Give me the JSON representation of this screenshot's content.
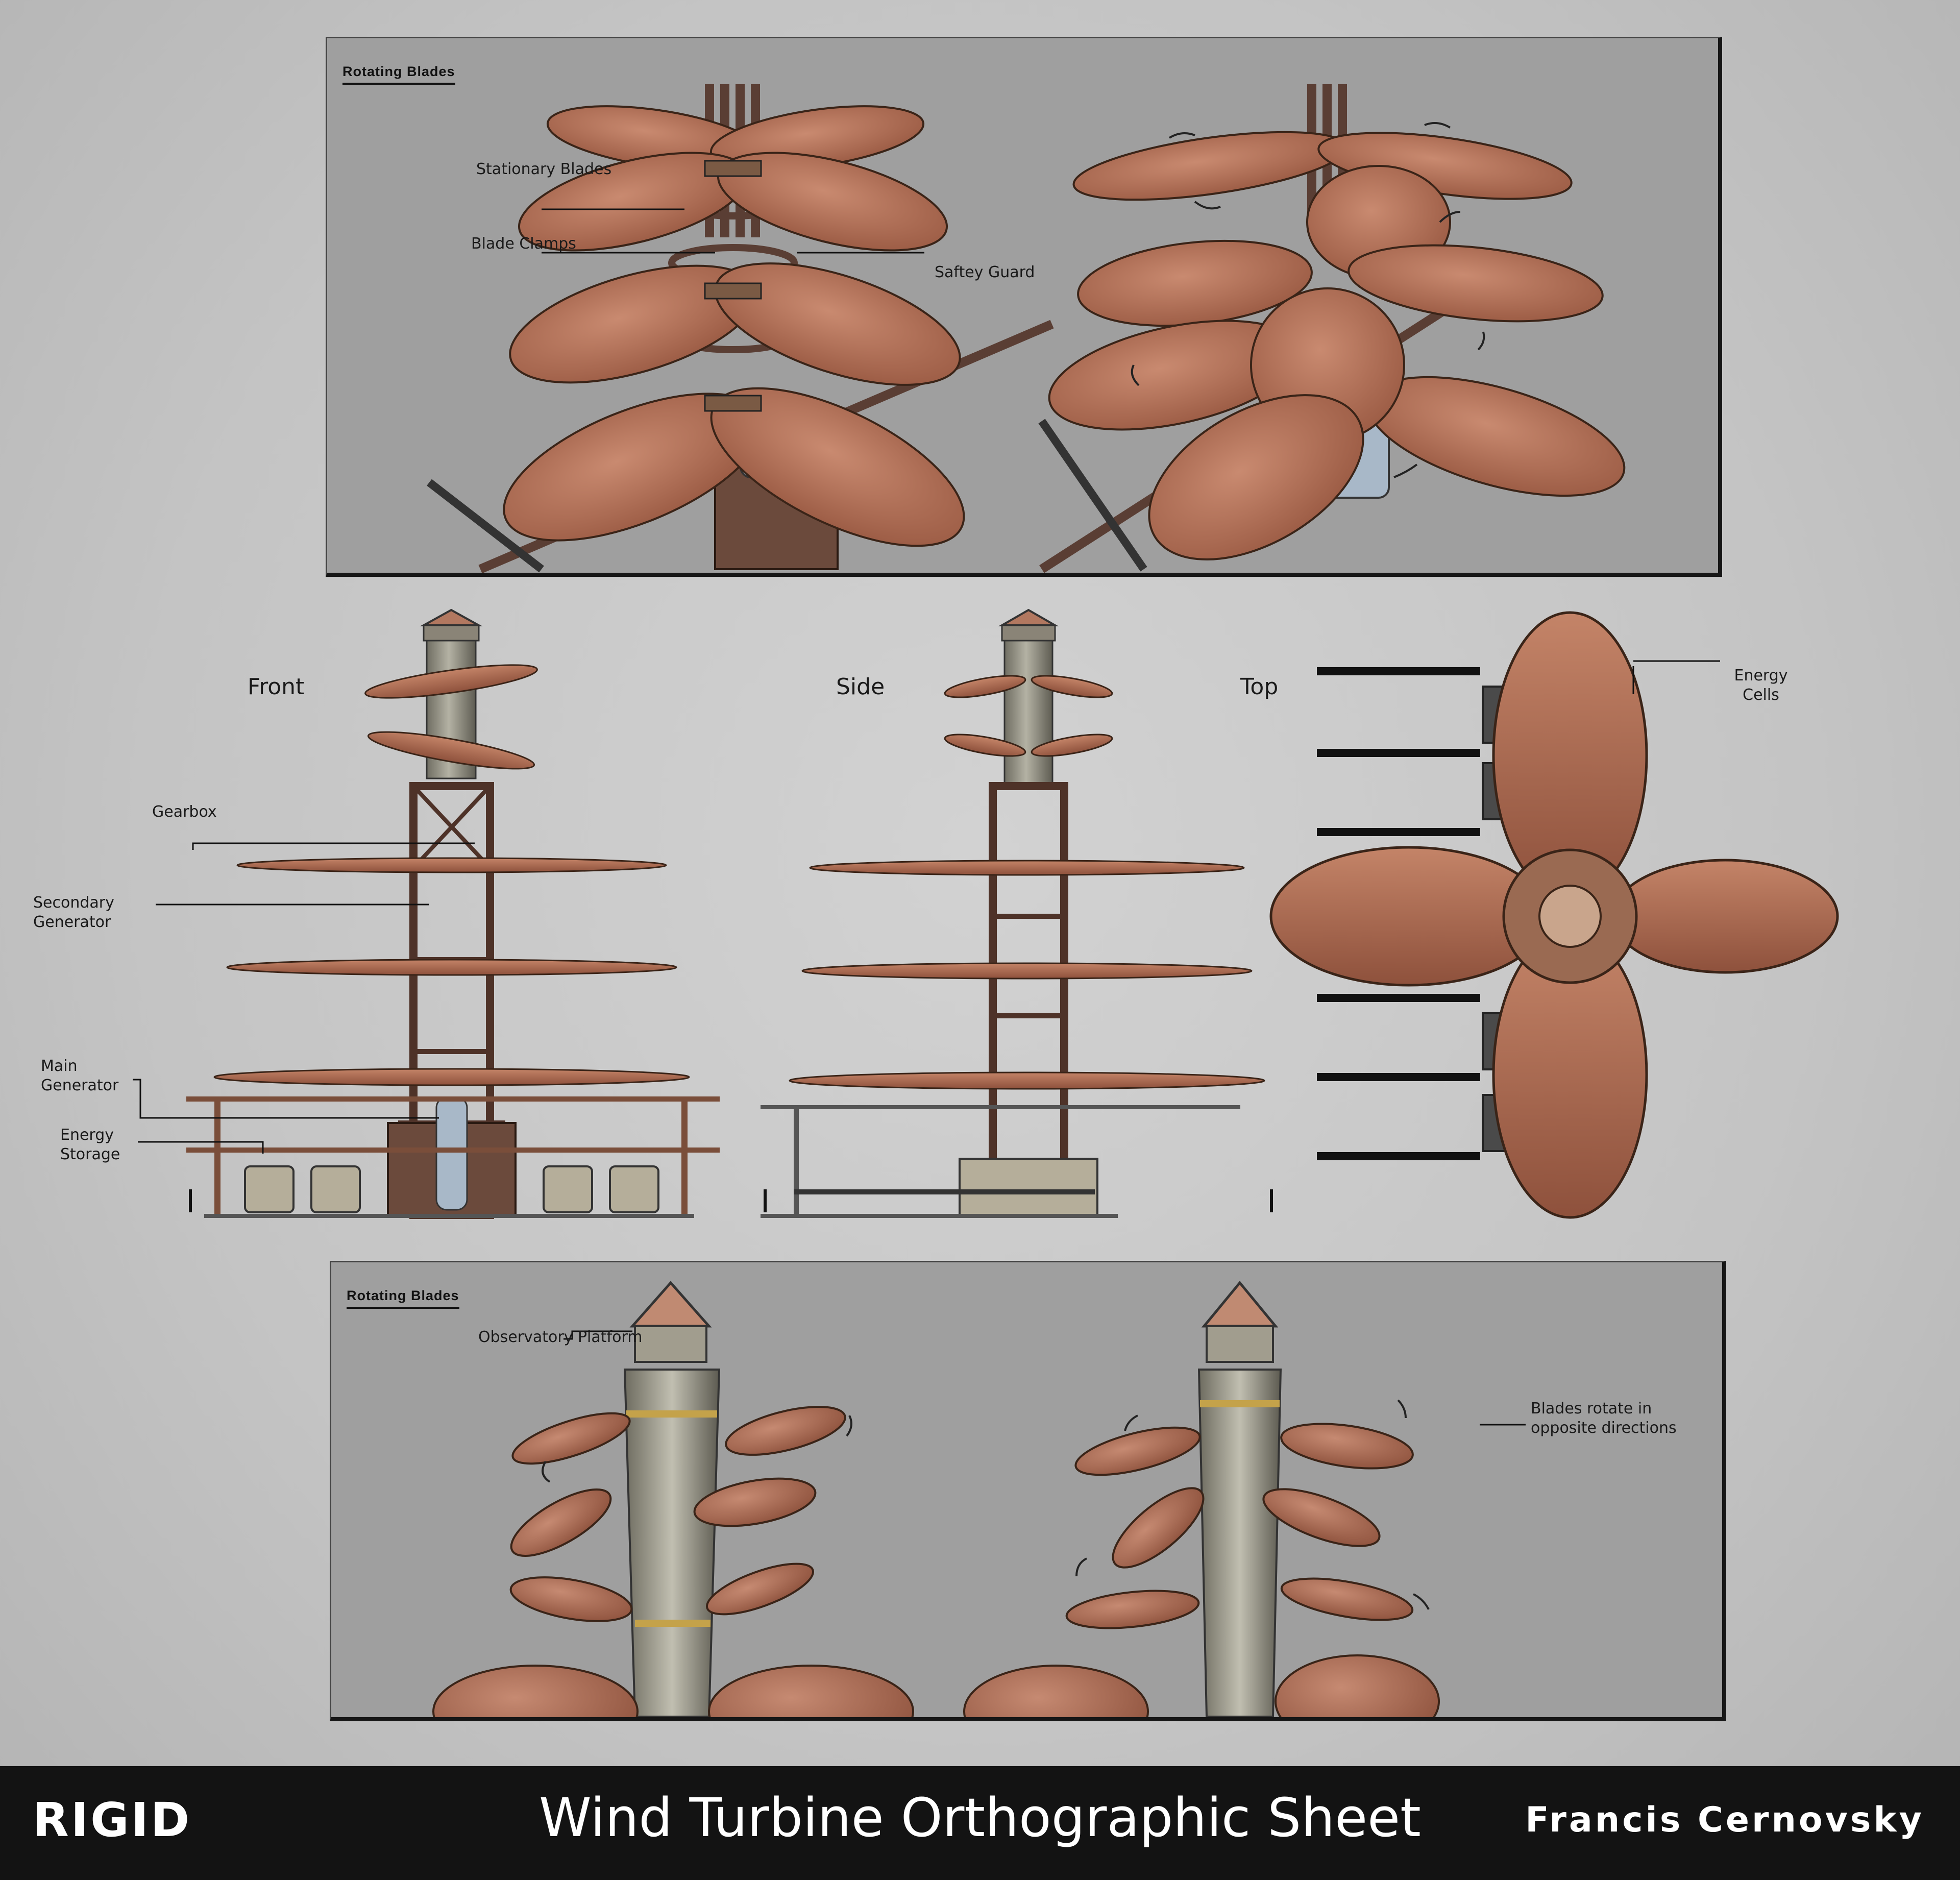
{
  "sheet": {
    "logo": "RIGID",
    "title": "Wind Turbine Orthographic Sheet",
    "author": "Francis Cernovsky"
  },
  "colors": {
    "background": "#c9c9c9",
    "panel": "#9f9f9f",
    "blade": "#b5725a",
    "blade_edge": "#3a2418",
    "metal": "#5a3e34",
    "tower": "#9c9a8c",
    "footer": "#131313"
  },
  "panels": [
    {
      "title": "Rotating Blades",
      "annotations": [
        "Stationary Blades",
        "Blade Clamps",
        "Saftey Guard"
      ]
    },
    {
      "title": "Rotating Blades",
      "annotations": [
        "Observatory Platform",
        "Blades rotate in opposite directions"
      ]
    }
  ],
  "views": {
    "front": "Front",
    "side": "Side",
    "top": "Top"
  },
  "callouts": {
    "gearbox": "Gearbox",
    "secondary_generator": "Secondary Generator",
    "main_generator": "Main Generator",
    "energy_storage": "Energy Storage",
    "energy_cells": "Energy Cells"
  }
}
